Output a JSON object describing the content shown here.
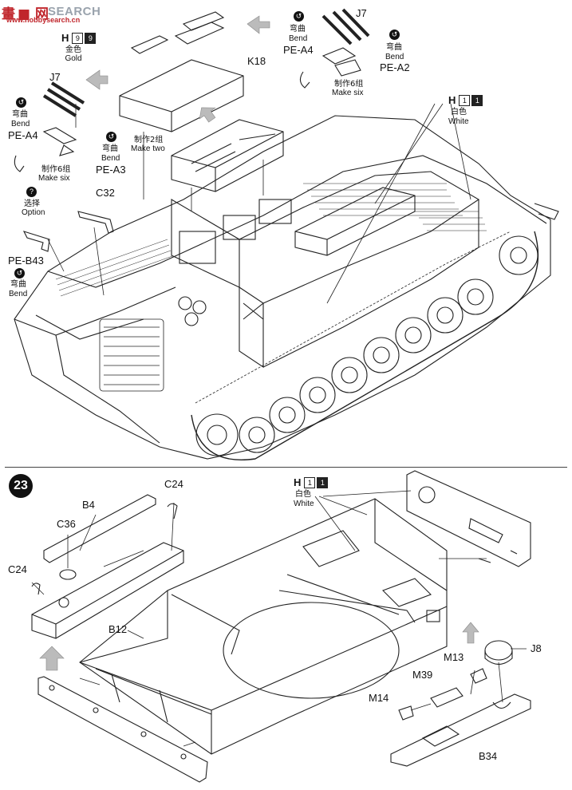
{
  "watermark": {
    "brand_cn": "畫",
    "brand_text": "SEARCH",
    "brand_prefix": "■ 网",
    "url": "www.hobbysearch.cn"
  },
  "top": {
    "paint_gold": {
      "prefix": "H",
      "box1": "9",
      "box2": "9",
      "cn": "金色",
      "en": "Gold"
    },
    "paint_white": {
      "prefix": "H",
      "box1": "1",
      "box2": "1",
      "cn": "白色",
      "en": "White"
    },
    "parts": {
      "j7_left": "J7",
      "j7_right": "J7",
      "k18": "K18",
      "c32": "C32",
      "pe_a4_left": "PE-A4",
      "pe_a3": "PE-A3",
      "pe_a4_right": "PE-A4",
      "pe_a2": "PE-A2",
      "pe_b43": "PE-B43"
    },
    "bend_left": {
      "cn": "弯曲",
      "en": "Bend"
    },
    "bend_mid": {
      "cn": "弯曲",
      "en": "Bend"
    },
    "bend_right_a": {
      "cn": "弯曲",
      "en": "Bend"
    },
    "bend_right_b": {
      "cn": "弯曲",
      "en": "Bend"
    },
    "bend_pe_b43": {
      "cn": "弯曲",
      "en": "Bend"
    },
    "make_six_left": {
      "cn": "制作6组",
      "en": "Make six"
    },
    "make_six_right": {
      "cn": "制作6组",
      "en": "Make six"
    },
    "make_two": {
      "cn": "制作2组",
      "en": "Make two"
    },
    "option": {
      "icon": "?",
      "cn": "选择",
      "en": "Option"
    }
  },
  "step23": {
    "number": "23",
    "paint_white": {
      "prefix": "H",
      "box1": "1",
      "box2": "1",
      "cn": "白色",
      "en": "White"
    },
    "parts": {
      "c24_top": "C24",
      "b4": "B4",
      "c36": "C36",
      "c24_left": "C24",
      "b12": "B12",
      "j8": "J8",
      "m13": "M13",
      "m39": "M39",
      "m14": "M14",
      "b34": "B34"
    }
  }
}
